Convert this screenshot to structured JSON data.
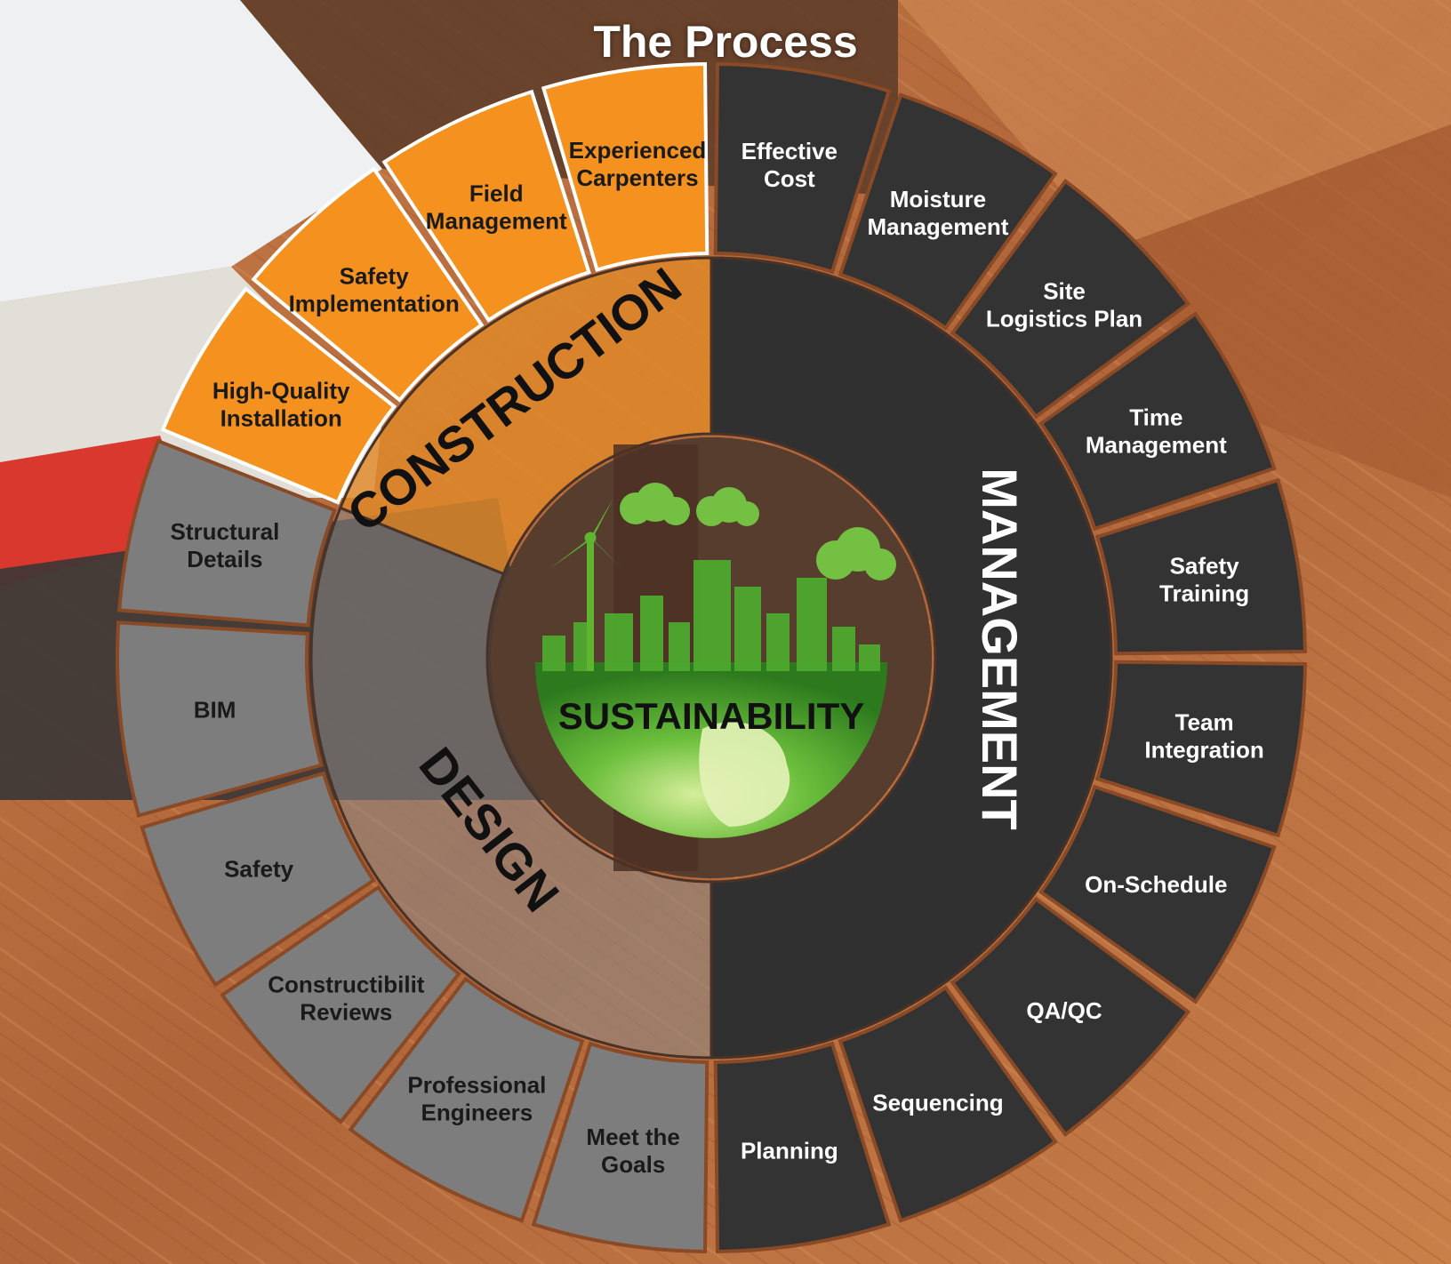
{
  "title": "The Process",
  "center_label": "SUSTAINABILITY",
  "sections": {
    "construction": "CONSTRUCTION",
    "management": "MANAGEMENT",
    "design": "DESIGN"
  },
  "segments": [
    {
      "id": "experienced-carpenters",
      "section": "construction",
      "lines": [
        "Experienced",
        "Carpenters"
      ]
    },
    {
      "id": "field-management",
      "section": "construction",
      "lines": [
        "Field",
        "Management"
      ]
    },
    {
      "id": "safety-implementation",
      "section": "construction",
      "lines": [
        "Safety",
        "Implementation"
      ]
    },
    {
      "id": "high-quality-installation",
      "section": "construction",
      "lines": [
        "High-Quality",
        "Installation"
      ]
    },
    {
      "id": "effective-cost",
      "section": "management",
      "lines": [
        "Effective",
        "Cost"
      ]
    },
    {
      "id": "moisture-management",
      "section": "management",
      "lines": [
        "Moisture",
        "Management"
      ]
    },
    {
      "id": "site-logistics-plan",
      "section": "management",
      "lines": [
        "Site",
        "Logistics Plan"
      ]
    },
    {
      "id": "time-management",
      "section": "management",
      "lines": [
        "Time",
        "Management"
      ]
    },
    {
      "id": "safety-training",
      "section": "management",
      "lines": [
        "Safety",
        "Training"
      ]
    },
    {
      "id": "team-integration",
      "section": "management",
      "lines": [
        "Team",
        "Integration"
      ]
    },
    {
      "id": "on-schedule",
      "section": "management",
      "lines": [
        "On-Schedule"
      ]
    },
    {
      "id": "qa-qc",
      "section": "management",
      "lines": [
        "QA/QC"
      ]
    },
    {
      "id": "sequencing",
      "section": "management",
      "lines": [
        "Sequencing"
      ]
    },
    {
      "id": "planning",
      "section": "management",
      "lines": [
        "Planning"
      ]
    },
    {
      "id": "structural-details",
      "section": "design",
      "lines": [
        "Structural",
        "Details"
      ]
    },
    {
      "id": "bim",
      "section": "design",
      "lines": [
        "BIM"
      ]
    },
    {
      "id": "safety",
      "section": "design",
      "lines": [
        "Safety"
      ]
    },
    {
      "id": "constructibility-reviews",
      "section": "design",
      "lines": [
        "Constructibilit",
        "Reviews"
      ]
    },
    {
      "id": "professional-engineers",
      "section": "design",
      "lines": [
        "Professional",
        "Engineers"
      ]
    },
    {
      "id": "meet-the-goals",
      "section": "design",
      "lines": [
        "Meet the",
        "Goals"
      ]
    }
  ],
  "colors": {
    "construction": "#f5921f",
    "management": "#333333",
    "design": "#7d7d7d",
    "wood": "#b5683a",
    "green": "#3f9a2a"
  }
}
